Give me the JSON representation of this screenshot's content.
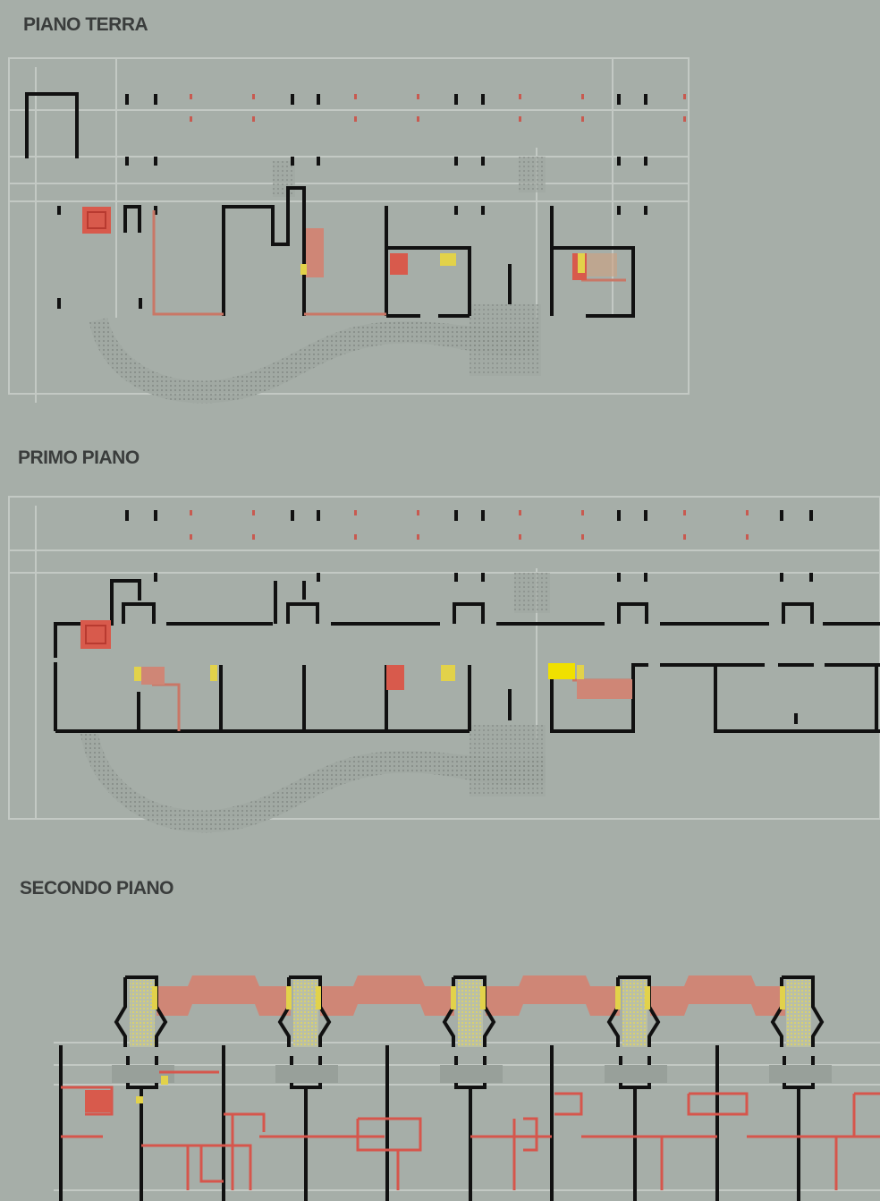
{
  "floors": [
    {
      "id": "terra",
      "label": "PIANO TERRA"
    },
    {
      "id": "primo",
      "label": "PRIMO PIANO"
    },
    {
      "id": "secondo",
      "label": "SECONDO PIANO"
    }
  ],
  "colors": {
    "background": "#a6aea8",
    "wall": "#111111",
    "faint_line": "#c3c9c4",
    "hatch": "#8d948f",
    "red_fill": "#d85a4c",
    "salmon": "#cf8676",
    "yellow": "#e2d24a",
    "bright_yellow": "#f0e000",
    "red_line": "#d6564c"
  }
}
